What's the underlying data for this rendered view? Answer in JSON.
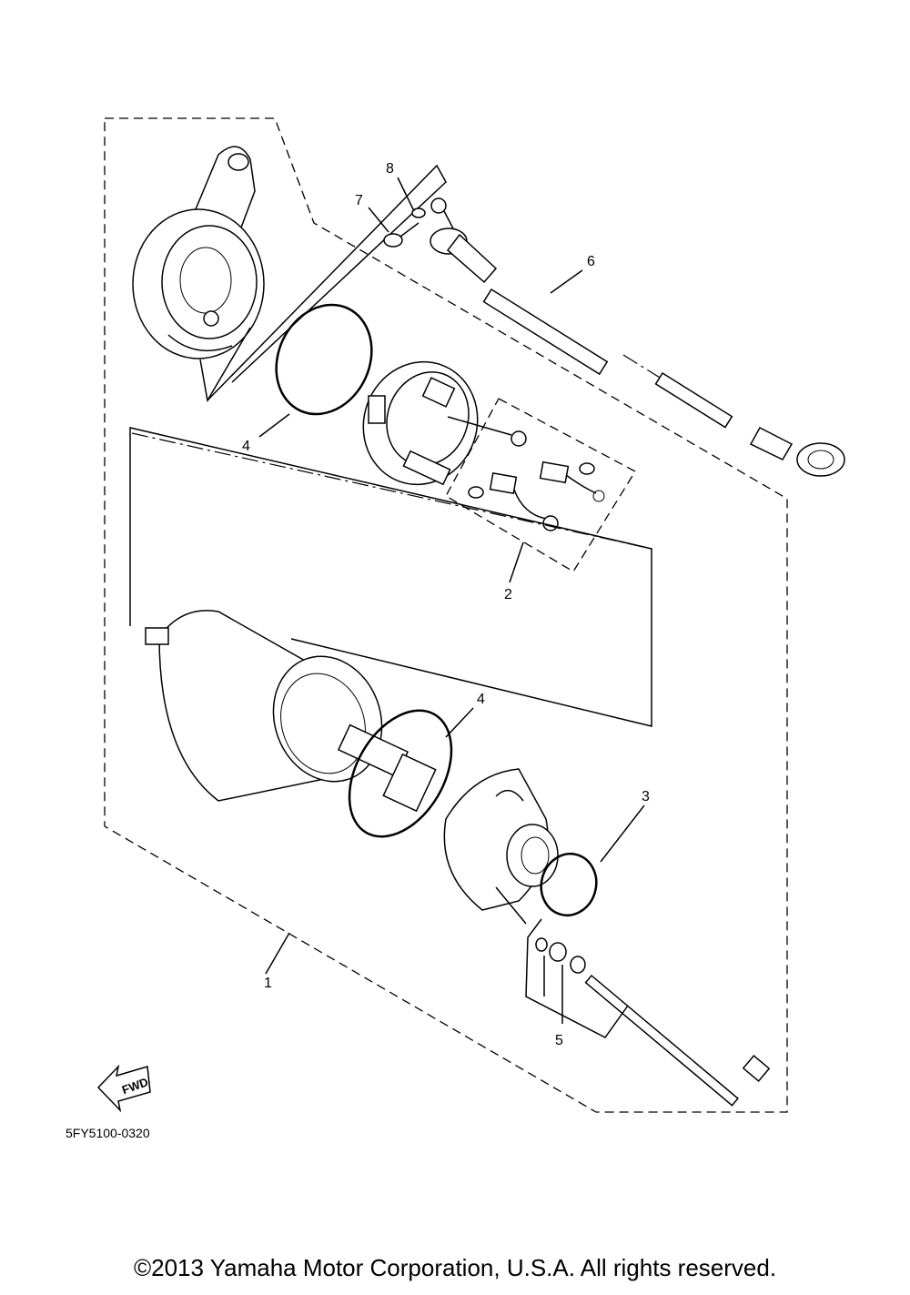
{
  "callouts": {
    "c1": "1",
    "c2": "2",
    "c3": "3",
    "c4a": "4",
    "c4b": "4",
    "c5": "5",
    "c6": "6",
    "c7": "7",
    "c8": "8"
  },
  "fwd_label": "FWD",
  "diagram_code": "5FY5100-0320",
  "copyright": "©2013 Yamaha Motor Corporation, U.S.A. All rights reserved."
}
